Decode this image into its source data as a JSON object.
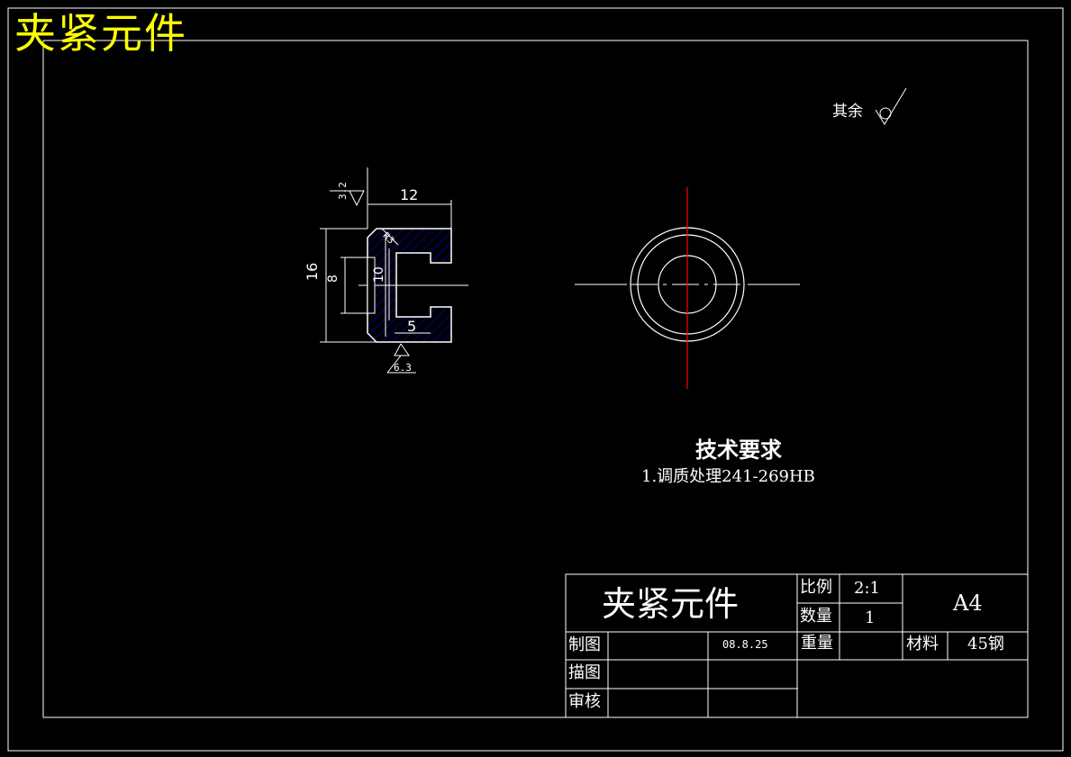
{
  "drawing": {
    "title": "夹紧元件",
    "rest_roughness_label": "其余",
    "technical_requirements": {
      "heading": "技术要求",
      "items": [
        "1.调质处理241-269HB"
      ]
    },
    "dimensions": {
      "width_12": "12",
      "height_16": "16",
      "height_8": "8",
      "height_10": "10",
      "width_5": "5",
      "radius_r3": "R3",
      "roughness_3_2": "3.2",
      "roughness_6_3": "6.3"
    }
  },
  "title_block": {
    "part_name": "夹紧元件",
    "scale_label": "比例",
    "scale_value": "2:1",
    "quantity_label": "数量",
    "quantity_value": "1",
    "paper_size": "A4",
    "drawn_label": "制图",
    "drawn_date": "08.8.25",
    "weight_label": "重量",
    "material_label": "材料",
    "material_value": "45钢",
    "traced_label": "描图",
    "checked_label": "审核"
  },
  "colors": {
    "background": "#000000",
    "lines": "#ffffff",
    "title": "#ffff00",
    "centerline": "#ff0000",
    "hatch": "#0000cc"
  }
}
